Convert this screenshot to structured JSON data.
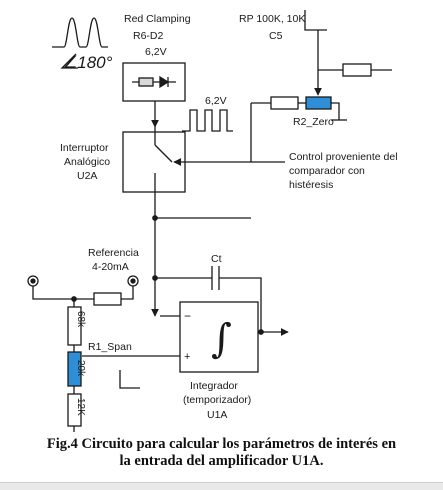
{
  "labels": {
    "red_clamping_1": "Red Clamping",
    "red_clamping_2": "R6-D2",
    "red_clamping_3": "6,2V",
    "phase": "∠180°",
    "rp_1": "RP 100K, 10K",
    "rp_2": "C5",
    "square_level": "6,2V",
    "r2_zero": "R2_Zero",
    "switch_1": "Interruptor",
    "switch_2": "Analógico",
    "switch_3": "U2A",
    "control_1": "Control proveniente del",
    "control_2": "comparador con",
    "control_3": "histéresis",
    "ref_1": "Referencia",
    "ref_2": "4-20mA",
    "ct": "Ct",
    "r1_span": "R1_Span",
    "res_68k": "68k",
    "res_20k": "20k",
    "res_12k": "12K",
    "minus": "−",
    "plus": "+",
    "integral": "∫",
    "integ_1": "Integrador",
    "integ_2": "(temporizador)",
    "integ_3": "U1A"
  },
  "caption": {
    "line1": "Fig.4 Circuito para calcular los parámetros de interés en",
    "line2": "la entrada del amplificador U1A."
  },
  "colors": {
    "wire": "#1a1a1a",
    "potentiometer": "#2f8fd6",
    "resistor_fill": "#ffffff"
  }
}
